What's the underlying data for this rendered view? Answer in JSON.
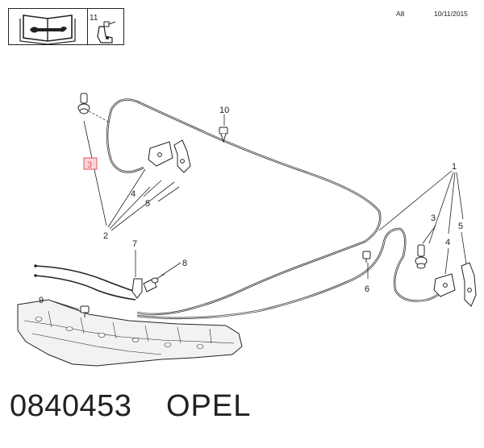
{
  "header": {
    "ref_number": "11",
    "code": "A8",
    "date": "10/11/2015"
  },
  "callouts": {
    "c1": "1",
    "c2": "2",
    "c3": "3",
    "c3b": "3",
    "c4a": "4",
    "c4b": "4",
    "c5a": "5",
    "c5b": "5",
    "c6": "6",
    "c7": "7",
    "c8": "8",
    "c9": "9",
    "c10": "10"
  },
  "footer": {
    "part_number": "0840453",
    "brand": "OPEL"
  },
  "colors": {
    "line": "#222222",
    "highlight": "#e8505b",
    "highlight_fill": "#f9d7da",
    "panel_fill": "#f2f2f2"
  }
}
